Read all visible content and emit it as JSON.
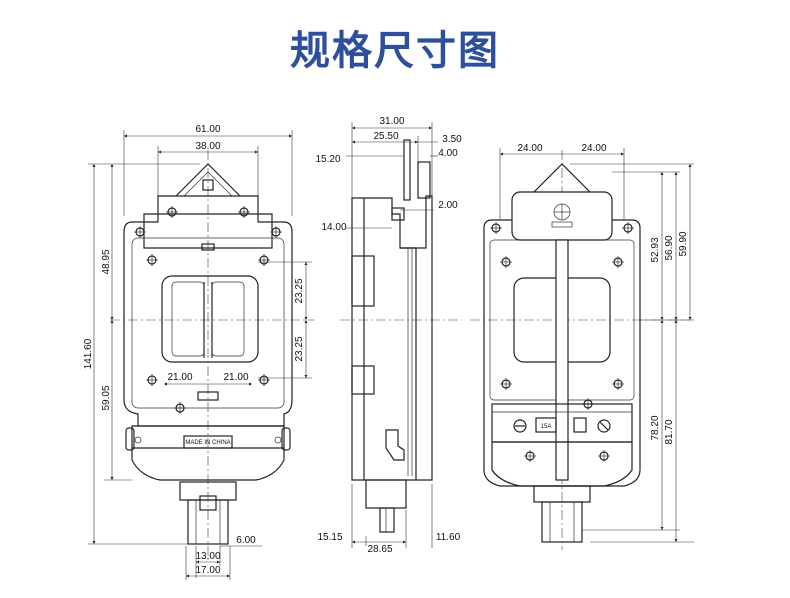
{
  "title": "规格尺寸图",
  "front_view": {
    "dims": {
      "width_total": "61.00",
      "width_mid": "38.00",
      "height_total": "141.60",
      "upper_height": "48.95",
      "lower_height": "59.05",
      "window_upper": "23.25",
      "window_lower": "23.25",
      "half_left": "21.00",
      "half_right": "21.00",
      "pin_offset": "6.00",
      "pin_inner": "13.00",
      "pin_outer": "17.00"
    },
    "label": "MADE IN CHINA"
  },
  "side_view": {
    "dims": {
      "depth_total": "31.00",
      "depth_main": "25.50",
      "lip": "3.50",
      "lip2": "4.00",
      "top_offset": "15.20",
      "step": "2.00",
      "hook": "14.00",
      "bottom_left": "15.15",
      "bottom_mid": "28.65",
      "bottom_right": "11.60"
    }
  },
  "rear_view": {
    "dims": {
      "half_left": "24.00",
      "half_right": "24.00",
      "h1": "52.93",
      "h2": "56.90",
      "h3": "59.90",
      "h4": "78.20",
      "h5": "81.70"
    },
    "labels": {
      "rating": "15A"
    }
  }
}
